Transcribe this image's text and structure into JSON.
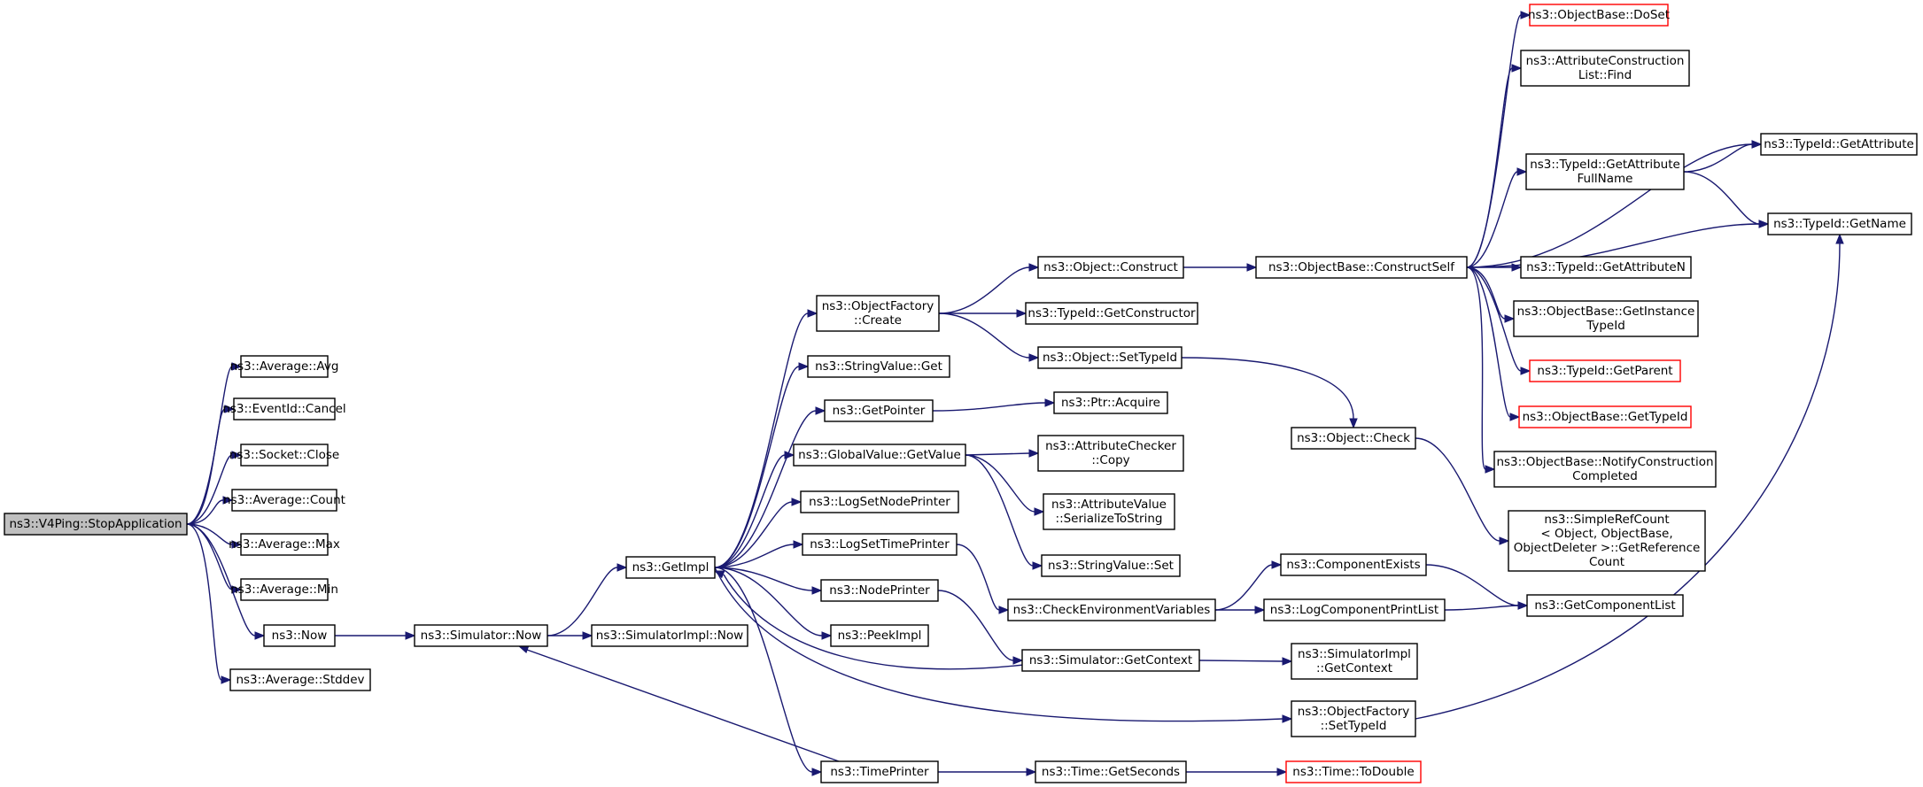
{
  "diagram": {
    "nodes": [
      {
        "id": "stopapp",
        "lines": [
          "ns3::V4Ping::StopApplication"
        ],
        "style": "root"
      },
      {
        "id": "avg",
        "lines": [
          "ns3::Average::Avg"
        ]
      },
      {
        "id": "cancel",
        "lines": [
          "ns3::EventId::Cancel"
        ]
      },
      {
        "id": "close",
        "lines": [
          "ns3::Socket::Close"
        ]
      },
      {
        "id": "count",
        "lines": [
          "ns3::Average::Count"
        ]
      },
      {
        "id": "max",
        "lines": [
          "ns3::Average::Max"
        ]
      },
      {
        "id": "min",
        "lines": [
          "ns3::Average::Min"
        ]
      },
      {
        "id": "now",
        "lines": [
          "ns3::Now"
        ]
      },
      {
        "id": "stddev",
        "lines": [
          "ns3::Average::Stddev"
        ]
      },
      {
        "id": "simnow",
        "lines": [
          "ns3::Simulator::Now"
        ]
      },
      {
        "id": "simimplnow",
        "lines": [
          "ns3::SimulatorImpl::Now"
        ]
      },
      {
        "id": "getimpl",
        "lines": [
          "ns3::GetImpl"
        ]
      },
      {
        "id": "ofcreate",
        "lines": [
          "ns3::ObjectFactory",
          "::Create"
        ]
      },
      {
        "id": "svget",
        "lines": [
          "ns3::StringValue::Get"
        ]
      },
      {
        "id": "getpointer",
        "lines": [
          "ns3::GetPointer"
        ]
      },
      {
        "id": "gvgetvalue",
        "lines": [
          "ns3::GlobalValue::GetValue"
        ]
      },
      {
        "id": "logsetnode",
        "lines": [
          "ns3::LogSetNodePrinter"
        ]
      },
      {
        "id": "logsettime",
        "lines": [
          "ns3::LogSetTimePrinter"
        ]
      },
      {
        "id": "nodeprinter",
        "lines": [
          "ns3::NodePrinter"
        ]
      },
      {
        "id": "peekimpl",
        "lines": [
          "ns3::PeekImpl"
        ]
      },
      {
        "id": "timeprinter",
        "lines": [
          "ns3::TimePrinter"
        ]
      },
      {
        "id": "objconstruct",
        "lines": [
          "ns3::Object::Construct"
        ]
      },
      {
        "id": "tidgetctor",
        "lines": [
          "ns3::TypeId::GetConstructor"
        ]
      },
      {
        "id": "objsettypeid",
        "lines": [
          "ns3::Object::SetTypeId"
        ]
      },
      {
        "id": "ptracquire",
        "lines": [
          "ns3::Ptr::Acquire"
        ]
      },
      {
        "id": "accopy",
        "lines": [
          "ns3::AttributeChecker",
          "::Copy"
        ]
      },
      {
        "id": "avser",
        "lines": [
          "ns3::AttributeValue",
          "::SerializeToString"
        ]
      },
      {
        "id": "svset",
        "lines": [
          "ns3::StringValue::Set"
        ]
      },
      {
        "id": "checkenv",
        "lines": [
          "ns3::CheckEnvironmentVariables"
        ]
      },
      {
        "id": "simgetctx",
        "lines": [
          "ns3::Simulator::GetContext"
        ]
      },
      {
        "id": "ofsettypeid",
        "lines": [
          "ns3::ObjectFactory",
          "::SetTypeId"
        ]
      },
      {
        "id": "timegetsec",
        "lines": [
          "ns3::Time::GetSeconds"
        ]
      },
      {
        "id": "obconstructself",
        "lines": [
          "ns3::ObjectBase::ConstructSelf"
        ]
      },
      {
        "id": "objcheck",
        "lines": [
          "ns3::Object::Check"
        ]
      },
      {
        "id": "compexists",
        "lines": [
          "ns3::ComponentExists"
        ]
      },
      {
        "id": "logcompprint",
        "lines": [
          "ns3::LogComponentPrintList"
        ]
      },
      {
        "id": "simimplgetctx",
        "lines": [
          "ns3::SimulatorImpl",
          "::GetContext"
        ]
      },
      {
        "id": "timetodouble",
        "lines": [
          "ns3::Time::ToDouble"
        ],
        "style": "red"
      },
      {
        "id": "obdoset",
        "lines": [
          "ns3::ObjectBase::DoSet"
        ],
        "style": "red"
      },
      {
        "id": "aclfind",
        "lines": [
          "ns3::AttributeConstruction",
          "List::Find"
        ]
      },
      {
        "id": "tidgetattrfull",
        "lines": [
          "ns3::TypeId::GetAttribute",
          "FullName"
        ]
      },
      {
        "id": "tidgetattrn",
        "lines": [
          "ns3::TypeId::GetAttributeN"
        ]
      },
      {
        "id": "obgetinstance",
        "lines": [
          "ns3::ObjectBase::GetInstance",
          "TypeId"
        ]
      },
      {
        "id": "tidgetparent",
        "lines": [
          "ns3::TypeId::GetParent"
        ],
        "style": "red"
      },
      {
        "id": "obgettypeid",
        "lines": [
          "ns3::ObjectBase::GetTypeId"
        ],
        "style": "red"
      },
      {
        "id": "obnotify",
        "lines": [
          "ns3::ObjectBase::NotifyConstruction",
          "Completed"
        ]
      },
      {
        "id": "simplerefcount",
        "lines": [
          "ns3::SimpleRefCount",
          "< Object, ObjectBase,",
          "ObjectDeleter >::GetReference",
          "Count"
        ]
      },
      {
        "id": "getcomplist",
        "lines": [
          "ns3::GetComponentList"
        ]
      },
      {
        "id": "tidgetattr",
        "lines": [
          "ns3::TypeId::GetAttribute"
        ]
      },
      {
        "id": "tidgetname",
        "lines": [
          "ns3::TypeId::GetName"
        ]
      }
    ],
    "edges": [
      {
        "from": "stopapp",
        "to": "avg"
      },
      {
        "from": "stopapp",
        "to": "cancel"
      },
      {
        "from": "stopapp",
        "to": "close"
      },
      {
        "from": "stopapp",
        "to": "count"
      },
      {
        "from": "stopapp",
        "to": "max"
      },
      {
        "from": "stopapp",
        "to": "min"
      },
      {
        "from": "stopapp",
        "to": "now"
      },
      {
        "from": "stopapp",
        "to": "stddev"
      },
      {
        "from": "now",
        "to": "simnow"
      },
      {
        "from": "simnow",
        "to": "getimpl"
      },
      {
        "from": "simnow",
        "to": "simimplnow"
      },
      {
        "from": "getimpl",
        "to": "ofcreate"
      },
      {
        "from": "getimpl",
        "to": "svget"
      },
      {
        "from": "getimpl",
        "to": "getpointer"
      },
      {
        "from": "getimpl",
        "to": "gvgetvalue"
      },
      {
        "from": "getimpl",
        "to": "logsetnode"
      },
      {
        "from": "getimpl",
        "to": "logsettime"
      },
      {
        "from": "getimpl",
        "to": "nodeprinter"
      },
      {
        "from": "getimpl",
        "to": "peekimpl"
      },
      {
        "from": "getimpl",
        "to": "timeprinter"
      },
      {
        "from": "getimpl",
        "to": "ofsettypeid"
      },
      {
        "from": "ofcreate",
        "to": "objconstruct"
      },
      {
        "from": "ofcreate",
        "to": "tidgetctor"
      },
      {
        "from": "ofcreate",
        "to": "objsettypeid"
      },
      {
        "from": "getpointer",
        "to": "ptracquire"
      },
      {
        "from": "gvgetvalue",
        "to": "accopy"
      },
      {
        "from": "gvgetvalue",
        "to": "avser"
      },
      {
        "from": "gvgetvalue",
        "to": "svset"
      },
      {
        "from": "logsettime",
        "to": "checkenv"
      },
      {
        "from": "nodeprinter",
        "to": "simgetctx"
      },
      {
        "from": "simgetctx",
        "to": "getimpl"
      },
      {
        "from": "simgetctx",
        "to": "simimplgetctx"
      },
      {
        "from": "timeprinter",
        "to": "simnow"
      },
      {
        "from": "timeprinter",
        "to": "timegetsec"
      },
      {
        "from": "timegetsec",
        "to": "timetodouble"
      },
      {
        "from": "objconstruct",
        "to": "obconstructself"
      },
      {
        "from": "objsettypeid",
        "to": "objcheck"
      },
      {
        "from": "objcheck",
        "to": "simplerefcount"
      },
      {
        "from": "checkenv",
        "to": "compexists"
      },
      {
        "from": "checkenv",
        "to": "logcompprint"
      },
      {
        "from": "compexists",
        "to": "getcomplist"
      },
      {
        "from": "logcompprint",
        "to": "getcomplist"
      },
      {
        "from": "ofsettypeid",
        "to": "tidgetname"
      },
      {
        "from": "obconstructself",
        "to": "obdoset"
      },
      {
        "from": "obconstructself",
        "to": "aclfind"
      },
      {
        "from": "obconstructself",
        "to": "tidgetattr"
      },
      {
        "from": "obconstructself",
        "to": "tidgetattrfull"
      },
      {
        "from": "obconstructself",
        "to": "tidgetname"
      },
      {
        "from": "obconstructself",
        "to": "tidgetattrn"
      },
      {
        "from": "obconstructself",
        "to": "obgetinstance"
      },
      {
        "from": "obconstructself",
        "to": "tidgetparent"
      },
      {
        "from": "obconstructself",
        "to": "obgettypeid"
      },
      {
        "from": "obconstructself",
        "to": "obnotify"
      },
      {
        "from": "tidgetattrfull",
        "to": "tidgetattr"
      },
      {
        "from": "tidgetattrfull",
        "to": "tidgetname"
      }
    ],
    "colors": {
      "edge": "#191970",
      "node_border": "#000000",
      "root_fill": "#bfbfbf",
      "missing_border": "#ff0000"
    }
  }
}
